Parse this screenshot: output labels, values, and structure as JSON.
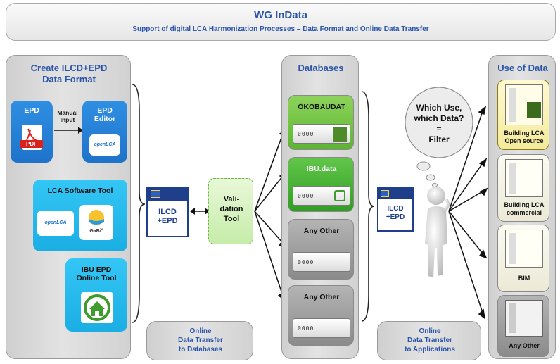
{
  "header": {
    "title": "WG InData",
    "subtitle": "Support of digital LCA Harmonization Processes – Data Format and Online Data Transfer"
  },
  "left_panel": {
    "title_line1": "Create ILCD+EPD",
    "title_line2": "Data Format",
    "epd_label": "EPD",
    "pdf_label": "PDF",
    "manual_input_line1": "Manual",
    "manual_input_line2": "Input",
    "epd_editor_line1": "EPD",
    "epd_editor_line2": "Editor",
    "openlca_label": "openLCA",
    "lca_software_tool": "LCA Software Tool",
    "gabi_label": "GaBi°",
    "ibu_tool_line1": "IBU EPD",
    "ibu_tool_line2": "Online Tool"
  },
  "ilcd_left": {
    "line1": "ILCD",
    "line2": "+EPD"
  },
  "ilcd_right": {
    "line1": "ILCD",
    "line2": "+EPD"
  },
  "validation": {
    "line1": "Vali-",
    "line2": "dation",
    "line3": "Tool"
  },
  "databases": {
    "title": "Databases",
    "items": [
      {
        "label": "ÖKOBAUDAT",
        "number": "0000"
      },
      {
        "label": "IBU.data",
        "number": "0000"
      },
      {
        "label": "Any Other",
        "number": "0000"
      },
      {
        "label": "Any Other",
        "number": "0000"
      }
    ]
  },
  "transfer_db": {
    "line1": "Online",
    "line2": "Data Transfer",
    "line3": "to Databases"
  },
  "transfer_app": {
    "line1": "Online",
    "line2": "Data Transfer",
    "line3": "to Applications"
  },
  "thought": {
    "line1": "Which Use,",
    "line2": "which Data?",
    "line3": "=",
    "line4": "Filter"
  },
  "use_of_data": {
    "title": "Use of Data",
    "items": [
      {
        "line1": "Building LCA",
        "line2": "Open source"
      },
      {
        "line1": "Building LCA",
        "line2": "commercial"
      },
      {
        "line1": "BIM",
        "line2": ""
      },
      {
        "line1": "Any Other",
        "line2": ""
      }
    ]
  },
  "colors": {
    "title_blue": "#2b55a8",
    "epd_blue": "#1e73c9",
    "tool_cyan": "#1aaee3",
    "db_green": "#5cb531",
    "db_gray": "#8b8b8b",
    "use_yellow": "#f4ea9b"
  }
}
